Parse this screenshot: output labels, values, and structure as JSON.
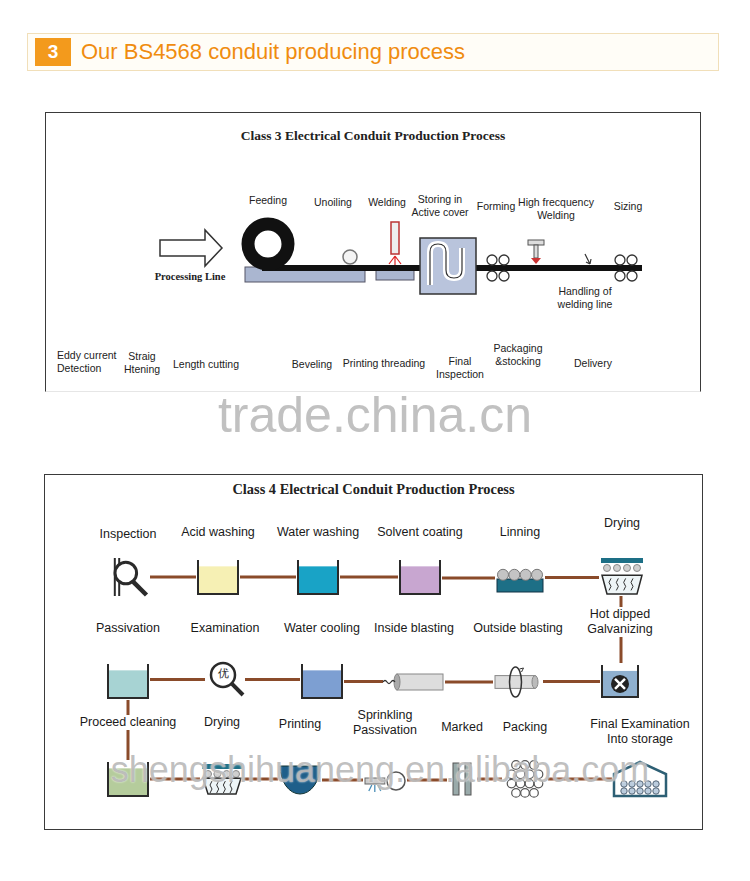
{
  "diagram": {
    "nodes": [
      {
        "text": [
          "Our BS4568 conduit producing process"
        ]
      },
      {
        "text": [
          "3"
        ],
        "in": 0
      },
      {
        "text": [
          "Class 3 Electrical Conduit Production Process"
        ]
      },
      {
        "text": [
          "Class 4 Electrical Conduit Production Process"
        ]
      },
      {
        "text": [
          "Inspection"
        ],
        "in": 3
      },
      {
        "text": [
          "Acid washing"
        ],
        "in": 3
      },
      {
        "text": [
          "Water washing"
        ],
        "in": 3
      },
      {
        "text": [
          "Solvent coating"
        ],
        "in": 3
      },
      {
        "text": [
          "Linning"
        ],
        "in": 3
      },
      {
        "text": [
          "Drying"
        ],
        "in": 3
      },
      {
        "text": [
          "Hot dipped Galvanizing"
        ],
        "in": 3
      },
      {
        "text": [
          "Outside blasting"
        ],
        "in": 3
      },
      {
        "text": [
          "Inside blasting"
        ],
        "in": 3
      },
      {
        "text": [
          "Water cooling"
        ],
        "in": 3
      },
      {
        "text": [
          "Examination"
        ],
        "in": 3
      },
      {
        "text": [
          "Passivation"
        ],
        "in": 3
      },
      {
        "text": [
          "Proceed cleaning"
        ],
        "in": 3
      },
      {
        "text": [
          "Drying"
        ],
        "in": 3
      },
      {
        "text": [
          "Printing"
        ],
        "in": 3
      },
      {
        "text": [
          "Sprinkling Passivation"
        ],
        "in": 3
      },
      {
        "text": [
          "Marked"
        ],
        "in": 3
      },
      {
        "text": [
          "Packing"
        ],
        "in": 3
      },
      {
        "text": [
          "Final Examination Into storage"
        ],
        "in": 3
      }
    ],
    "edges": [
      {
        "from": 4,
        "to": 5,
        "arrow": "none"
      },
      {
        "from": 5,
        "to": 6,
        "arrow": "none"
      },
      {
        "from": 6,
        "to": 7,
        "arrow": "none"
      },
      {
        "from": 7,
        "to": 8,
        "arrow": "none"
      },
      {
        "from": 8,
        "to": 9,
        "arrow": "none"
      },
      {
        "from": 9,
        "to": 10,
        "arrow": "none"
      },
      {
        "from": 10,
        "to": 11,
        "arrow": "none"
      },
      {
        "from": 11,
        "to": 12,
        "arrow": "none"
      },
      {
        "from": 12,
        "to": 13,
        "arrow": "none"
      },
      {
        "from": 13,
        "to": 14,
        "arrow": "none"
      },
      {
        "from": 14,
        "to": 15,
        "arrow": "none"
      },
      {
        "from": 15,
        "to": 16,
        "arrow": "none"
      },
      {
        "from": 16,
        "to": 17,
        "arrow": "none"
      },
      {
        "from": 17,
        "to": 18,
        "arrow": "none"
      },
      {
        "from": 18,
        "to": 19,
        "arrow": "none"
      },
      {
        "from": 19,
        "to": 20,
        "arrow": "none"
      },
      {
        "from": 20,
        "to": 21,
        "arrow": "none"
      },
      {
        "from": 21,
        "to": 22,
        "arrow": "none"
      }
    ],
    "labels": [
      "Feeding",
      "Unoiling",
      "Welding",
      "Storing in Active cover",
      "Forming",
      "High frecquency Welding",
      "Sizing",
      "Processing Line",
      "Handling of welding line",
      "Eddy current Detection",
      "Straig Htening",
      "Length cutting",
      "Beveling",
      "Printing threading",
      "Final Inspection",
      "Packaging &stocking",
      "Delivery",
      "trade.china.cn",
      "优",
      "shengshihuaneng.en.alibaba.com"
    ]
  }
}
